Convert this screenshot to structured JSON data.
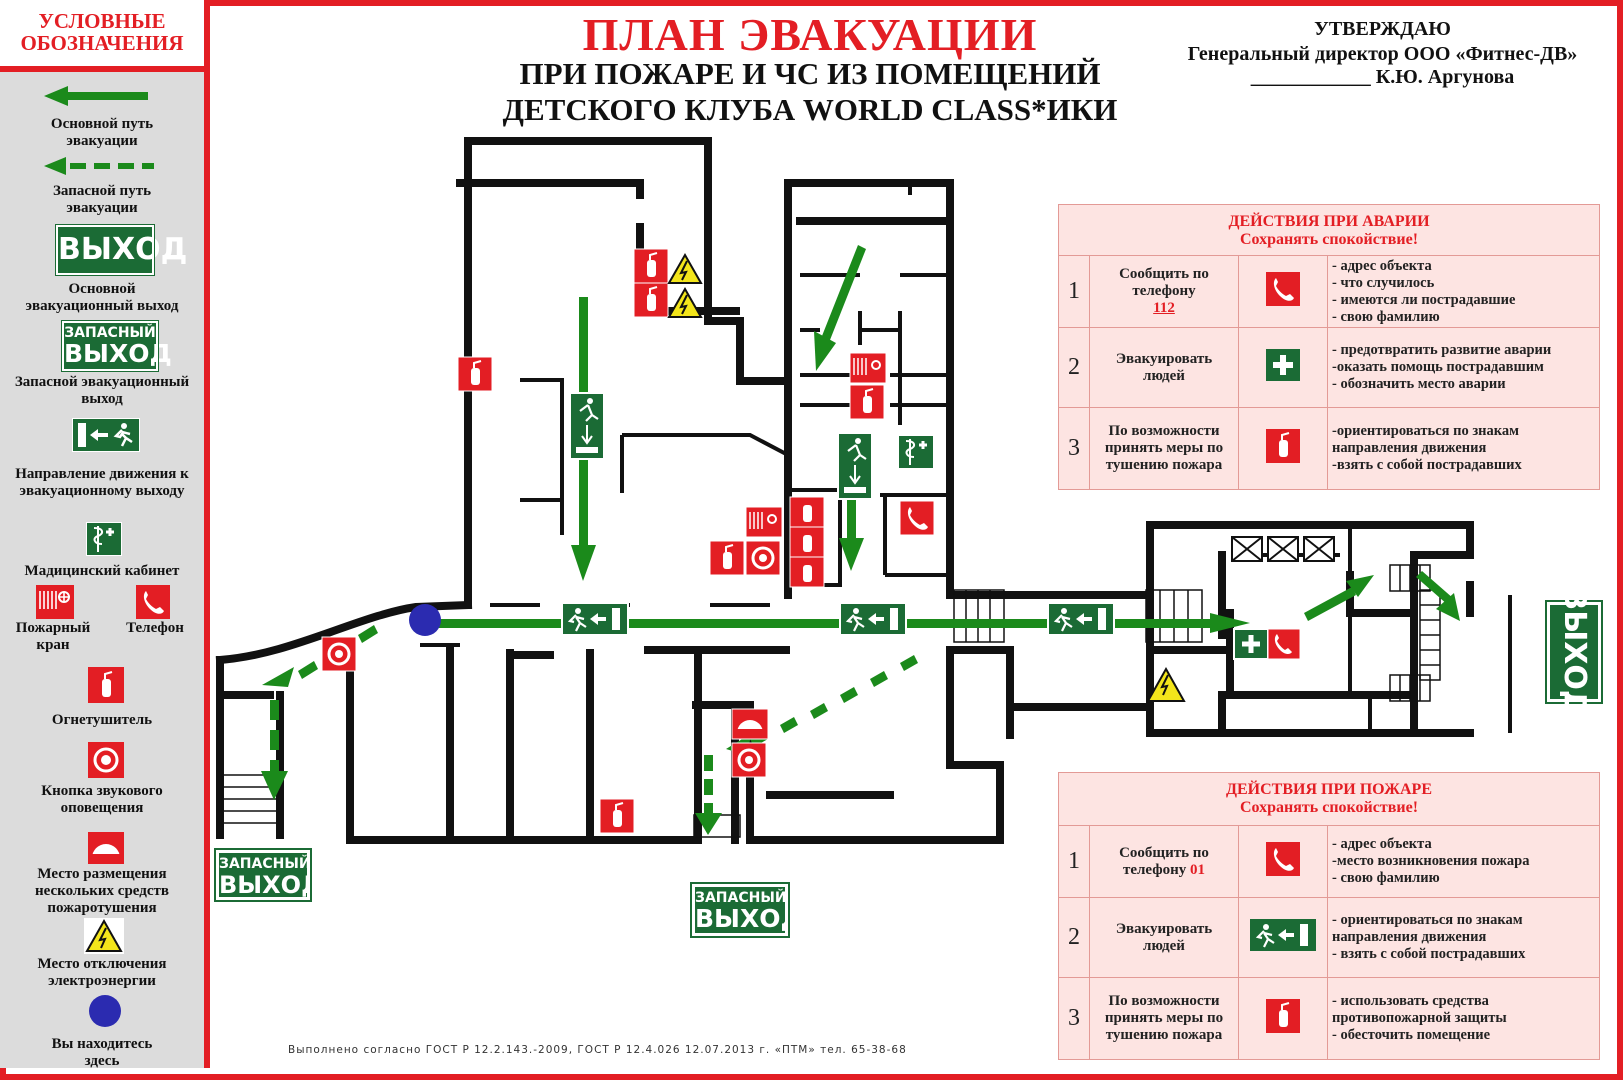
{
  "legend": {
    "title": "УСЛОВНЫЕ ОБОЗНАЧЕНИЯ",
    "items": [
      {
        "label": "Основной путь эвакуации",
        "icon": "solid-arrow-left-icon"
      },
      {
        "label": "Запасной путь эвакуации",
        "icon": "dashed-arrow-left-icon"
      },
      {
        "label": "Основной эвакуационный выход",
        "icon": "exit-sign-icon",
        "sign_text": "ВЫХОД"
      },
      {
        "label": "Запасной эвакуационный выход",
        "icon": "spare-exit-sign-icon",
        "sign_top": "ЗАПАСНЫЙ",
        "sign_bottom": "ВЫХОД"
      },
      {
        "label": "Направление движения к эвакуационному выходу",
        "icon": "exit-direction-icon"
      },
      {
        "label": "Мадицинский кабинет",
        "icon": "medical-room-icon"
      },
      {
        "label": "Пожарный кран",
        "icon": "fire-hydrant-icon"
      },
      {
        "label": "Телефон",
        "icon": "phone-icon"
      },
      {
        "label": "Огнетушитель",
        "icon": "extinguisher-icon"
      },
      {
        "label": "Кнопка звукового оповещения",
        "icon": "alarm-button-icon"
      },
      {
        "label": "Место размещения нескольких средств пожаротушения",
        "icon": "fire-equipment-icon"
      },
      {
        "label": "Место отключения электроэнергии",
        "icon": "power-off-icon"
      },
      {
        "label": "Вы находитесь здесь",
        "icon": "you-are-here-icon"
      }
    ]
  },
  "header": {
    "title": "ПЛАН ЭВАКУАЦИИ",
    "subtitle_1": "ПРИ ПОЖАРЕ И ЧС ИЗ ПОМЕЩЕНИЙ",
    "subtitle_2": "ДЕТСКОГО КЛУБА WORLD CLASS*ИКИ"
  },
  "approval": {
    "line_1": "УТВЕРЖДАЮ",
    "line_2": "Генеральный директор ООО «Фитнес-ДВ»",
    "line_3": "____________ К.Ю. Аргунова"
  },
  "accident_panel": {
    "title": "ДЕЙСТВИЯ ПРИ АВАРИИ",
    "subtitle": "Сохранять спокойствие!",
    "rows": [
      {
        "num": "1",
        "action": "Сообщить по телефону",
        "phone": "112",
        "icon": "phone-icon",
        "details": [
          "- адрес объекта",
          "- что случилось",
          "- имеются ли пострадавшие",
          "- свою фамилию"
        ]
      },
      {
        "num": "2",
        "action": "Эвакуировать людей",
        "icon": "first-aid-icon",
        "details": [
          "- предотвратить развитие аварии",
          "-оказать помощь пострадавшим",
          "- обозначить место аварии"
        ]
      },
      {
        "num": "3",
        "action": "По возможности принять меры по тушению пожара",
        "icon": "extinguisher-icon",
        "details": [
          "-ориентироваться по знакам направления движения",
          "-взять с собой пострадавших"
        ]
      }
    ]
  },
  "fire_panel": {
    "title": "ДЕЙСТВИЯ ПРИ ПОЖАРЕ",
    "subtitle": "Сохранять спокойствие!",
    "rows": [
      {
        "num": "1",
        "action": "Сообщить по телефону",
        "phone": "01",
        "icon": "phone-icon",
        "details": [
          "- адрес объекта",
          "-место возникновения пожара",
          "- свою фамилию"
        ]
      },
      {
        "num": "2",
        "action": "Эвакуировать людей",
        "icon": "exit-direction-icon",
        "details": [
          "- ориентироваться по знакам направления движения",
          "- взять с собой пострадавших"
        ]
      },
      {
        "num": "3",
        "action": "По возможности принять меры по тушению пожара",
        "icon": "extinguisher-icon",
        "details": [
          "- использовать средства противопожарной защиты",
          "- обесточить помещение"
        ]
      }
    ]
  },
  "plan": {
    "main_exit": "ВЫХОД",
    "spare_exit_top": "ЗАПАСНЫЙ",
    "spare_exit_bottom": "ВЫХОД"
  },
  "footer": "Выполнено согласно ГОСТ Р 12.2.143.-2009, ГОСТ Р 12.4.026        12.07.2013 г. «ПТМ» тел. 65-38-68",
  "colors": {
    "red": "#e31e24",
    "green": "#1b8a1b",
    "sign_green": "#1b6b35",
    "panel_bg": "#fde4e2",
    "you_are_here": "#2b2bb0"
  }
}
